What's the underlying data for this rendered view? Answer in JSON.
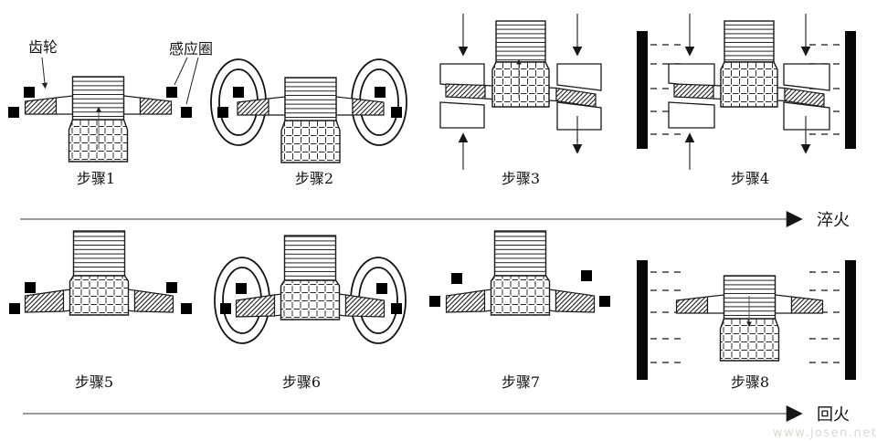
{
  "diagram": {
    "gear_label": "齿轮",
    "coil_label": "感应圈",
    "steps": [
      {
        "label": "步骤1"
      },
      {
        "label": "步骤2"
      },
      {
        "label": "步骤3"
      },
      {
        "label": "步骤4"
      },
      {
        "label": "步骤5"
      },
      {
        "label": "步骤6"
      },
      {
        "label": "步骤7"
      },
      {
        "label": "步骤8"
      }
    ],
    "flow_top_label": "淬火",
    "flow_bottom_label": "回火",
    "watermark": "www.josen.net",
    "colors": {
      "ink": "#1a1a1a",
      "flow_line": "#9a9a9a",
      "watermark": "#d9d9d3"
    }
  }
}
